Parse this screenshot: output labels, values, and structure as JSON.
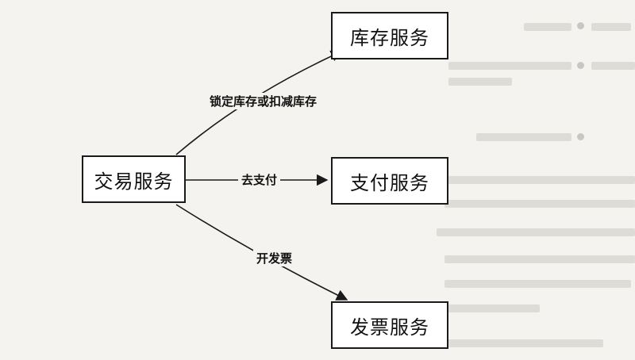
{
  "nodes": {
    "trade": "交易服务",
    "inventory": "库存服务",
    "payment": "支付服务",
    "invoice": "发票服务"
  },
  "edges": {
    "to_inventory": "锁定库存或扣减库存",
    "to_payment": "去支付",
    "to_invoice": "开发票"
  },
  "colors": {
    "stroke": "#1a1a1a",
    "background": "#f4f3f0"
  }
}
